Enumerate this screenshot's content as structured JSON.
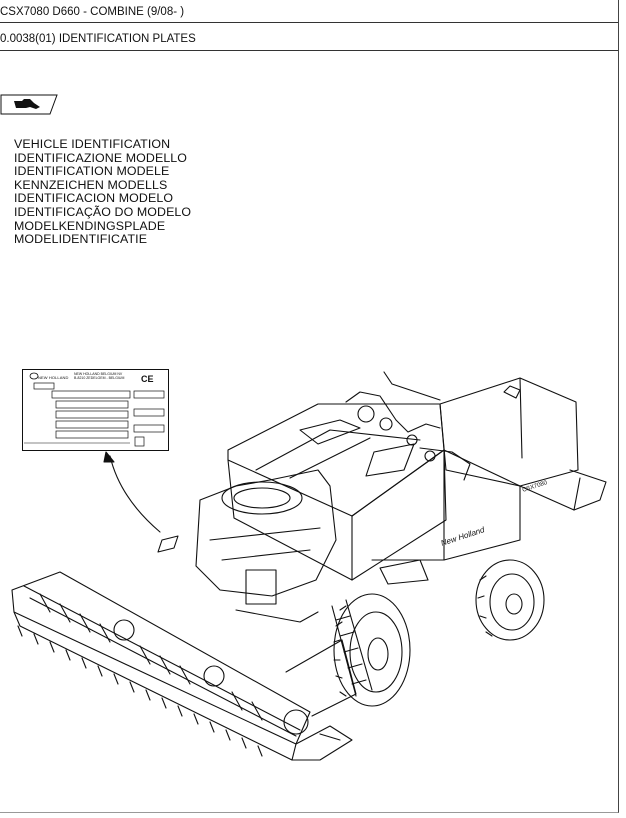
{
  "header": {
    "model_line": "CSX7080 D660 - COMBINE (9/08- )",
    "section_line": "0.0038(01) IDENTIFICATION PLATES"
  },
  "titles": [
    "VEHICLE IDENTIFICATION",
    "IDENTIFICAZIONE MODELLO",
    "IDENTIFICATION MODELE",
    "KENNZEICHEN MODELLS",
    "IDENTIFICACION MODELO",
    "IDENTIFICAÇÃO DO MODELO",
    "MODELKENDINGSPLADE",
    "MODELIDENTIFICATIE"
  ],
  "plate": {
    "brand": "NEW HOLLAND",
    "ce_mark": "CE",
    "lines": [
      "NEW HOLLAND BELGIUM NV",
      "B-8210 ZEDELGEM - BELGIUM"
    ]
  },
  "machine": {
    "side_brand": "New Holland",
    "model_badge": "CSX7080"
  },
  "icons": {
    "reference_tag": "hand-pointer-icon"
  }
}
